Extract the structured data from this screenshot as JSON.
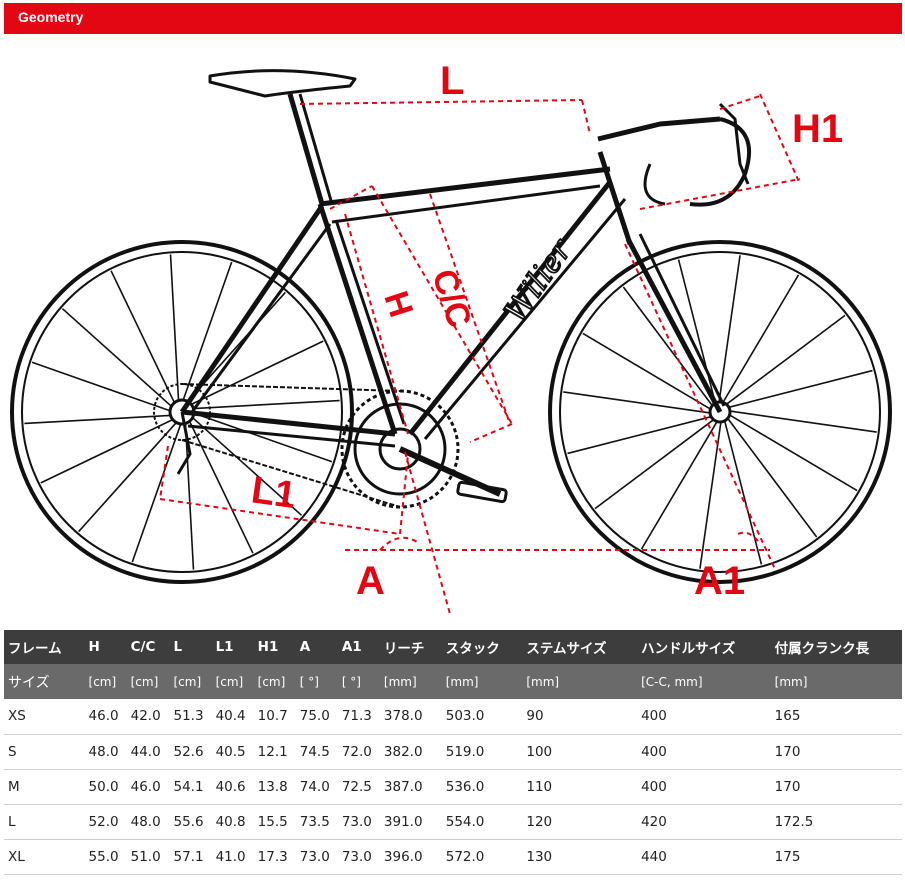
{
  "header": {
    "title": "Geometry"
  },
  "accent_color": "#e30613",
  "diagram": {
    "labels": {
      "L": "L",
      "H1": "H1",
      "CC": "C/C",
      "H": "H",
      "L1": "L1",
      "A": "A",
      "A1": "A1",
      "brand": "Wilier"
    }
  },
  "table": {
    "columns": [
      "フレーム",
      "H",
      "C/C",
      "L",
      "L1",
      "H1",
      "A",
      "A1",
      "リーチ",
      "スタック",
      "ステムサイズ",
      "ハンドルサイズ",
      "付属クランク長"
    ],
    "units": [
      "サイズ",
      "[cm]",
      "[cm]",
      "[cm]",
      "[cm]",
      "[cm]",
      "[ °]",
      "[ °]",
      "[mm]",
      "[mm]",
      "[mm]",
      "[C-C, mm]",
      "[mm]"
    ],
    "rows": [
      [
        "XS",
        "46.0",
        "42.0",
        "51.3",
        "40.4",
        "10.7",
        "75.0",
        "71.3",
        "378.0",
        "503.0",
        "90",
        "400",
        "165"
      ],
      [
        "S",
        "48.0",
        "44.0",
        "52.6",
        "40.5",
        "12.1",
        "74.5",
        "72.0",
        "382.0",
        "519.0",
        "100",
        "400",
        "170"
      ],
      [
        "M",
        "50.0",
        "46.0",
        "54.1",
        "40.6",
        "13.8",
        "74.0",
        "72.5",
        "387.0",
        "536.0",
        "110",
        "400",
        "170"
      ],
      [
        "L",
        "52.0",
        "48.0",
        "55.6",
        "40.8",
        "15.5",
        "73.5",
        "73.0",
        "391.0",
        "554.0",
        "120",
        "420",
        "172.5"
      ],
      [
        "XL",
        "55.0",
        "51.0",
        "57.1",
        "41.0",
        "17.3",
        "73.0",
        "73.0",
        "396.0",
        "572.0",
        "130",
        "440",
        "175"
      ]
    ]
  }
}
